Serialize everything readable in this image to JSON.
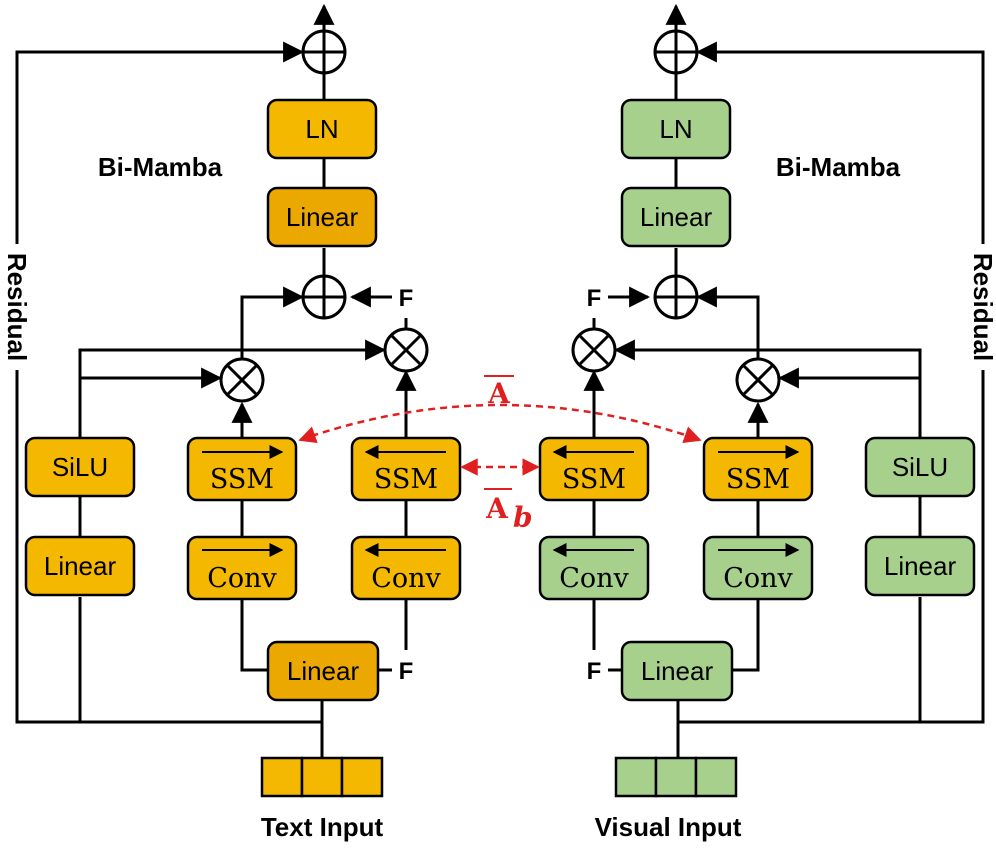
{
  "colors": {
    "text_branch": "#f5b800",
    "text_branch_dark": "#eba800",
    "visual_branch": "#a8d08d",
    "line": "#000000",
    "accent": "#e02020"
  },
  "labels": {
    "bimamba_left": "Bi-Mamba",
    "bimamba_right": "Bi-Mamba",
    "residual_left": "Residual",
    "residual_right": "Residual",
    "text_input": "Text Input",
    "visual_input": "Visual Input",
    "shared_A": "A",
    "shared_Ab": "A",
    "shared_Ab_sub": "b",
    "flip": "F"
  },
  "left": {
    "ln": "LN",
    "linear_out": "Linear",
    "silu": "SiLU",
    "linear_gate": "Linear",
    "ssm_fwd": "SSM",
    "ssm_bwd": "SSM",
    "conv_fwd": "Conv",
    "conv_bwd": "Conv",
    "linear_in": "Linear"
  },
  "right": {
    "ln": "LN",
    "linear_out": "Linear",
    "silu": "SiLU",
    "linear_gate": "Linear",
    "ssm_bwd": "SSM",
    "ssm_fwd": "SSM",
    "conv_bwd": "Conv",
    "conv_fwd": "Conv",
    "linear_in": "Linear"
  }
}
